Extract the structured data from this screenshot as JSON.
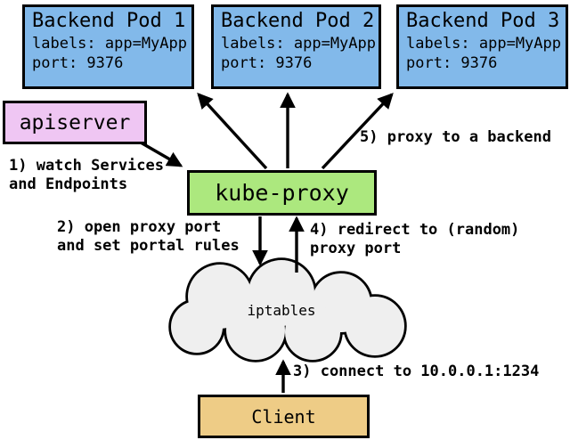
{
  "colors": {
    "pod_fill": "#82B9EA",
    "apiserver_fill": "#EFC6F3",
    "kube_proxy_fill": "#ACE87E",
    "client_fill": "#EECC86",
    "cloud_fill": "#EFEFEF",
    "line_color": "#000000"
  },
  "pods": [
    {
      "title": "Backend Pod 1",
      "labels_line": "labels: app=MyApp",
      "port_line": "port: 9376"
    },
    {
      "title": "Backend Pod 2",
      "labels_line": "labels: app=MyApp",
      "port_line": "port: 9376"
    },
    {
      "title": "Backend Pod 3",
      "labels_line": "labels: app=MyApp",
      "port_line": "port: 9376"
    }
  ],
  "apiserver": {
    "label": "apiserver"
  },
  "kube_proxy": {
    "label": "kube-proxy"
  },
  "iptables": {
    "label": "iptables"
  },
  "client": {
    "label": "Client"
  },
  "annotations": {
    "step1": {
      "line1": "1) watch Services",
      "line2": "and Endpoints"
    },
    "step2": {
      "line1": "2) open proxy port",
      "line2": "and set portal rules"
    },
    "step3": {
      "line1": "3) connect to 10.0.0.1:1234"
    },
    "step4": {
      "line1": "4) redirect to (random)",
      "line2": "proxy port"
    },
    "step5": {
      "line1": "5) proxy to a backend"
    }
  }
}
